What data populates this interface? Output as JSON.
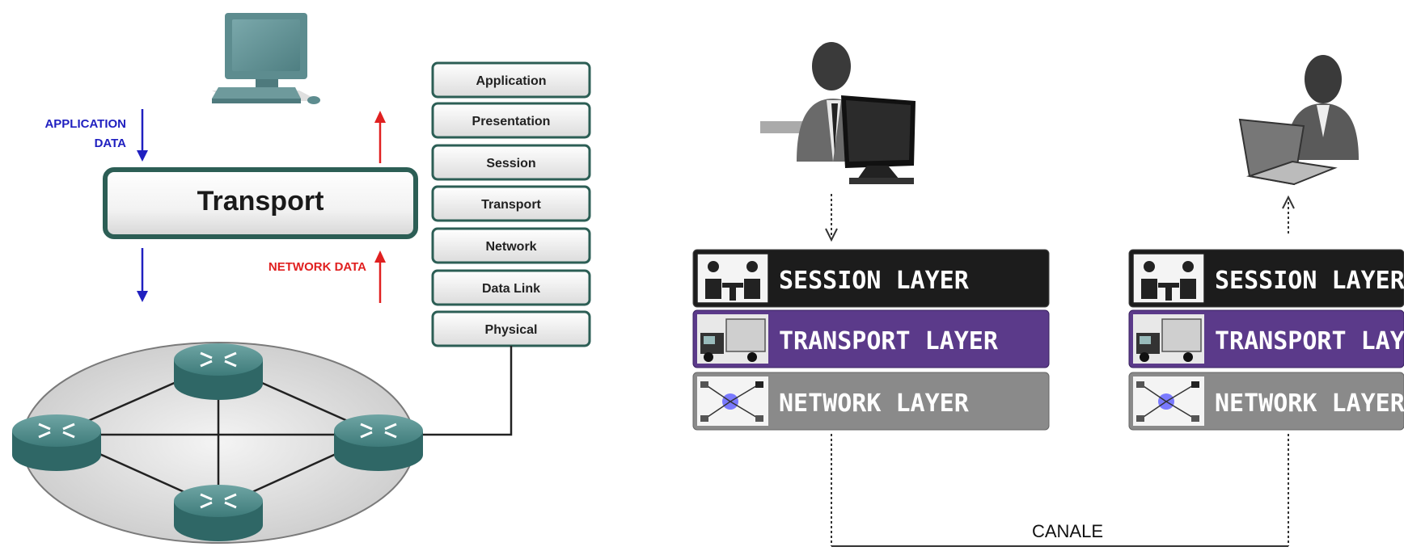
{
  "left_diagram": {
    "osi_layers": [
      "Application",
      "Presentation",
      "Session",
      "Transport",
      "Network",
      "Data Link",
      "Physical"
    ],
    "highlight_label": "Transport",
    "application_data": [
      "APPLICATION",
      "DATA"
    ],
    "network_data": "NETWORK DATA",
    "colors": {
      "blue_arrow": "#2020c0",
      "red_arrow": "#e02020",
      "router": "#3e7b7a",
      "box_border": "#2c5e55"
    }
  },
  "right_diagram": {
    "left_stack": [
      "SESSION LAYER",
      "TRANSPORT LAYER",
      "NETWORK LAYER"
    ],
    "right_stack": [
      "SESSION LAYER",
      "TRANSPORT LAYER",
      "NETWORK LAYER"
    ],
    "channel_label": "CANALE",
    "colors": {
      "session": "#1c1c1c",
      "transport": "#5b3a8a",
      "network": "#8a8a8a"
    }
  },
  "icons": [
    "desktop-computer-icon",
    "router-icon",
    "user-with-monitor-icon",
    "user-with-laptop-icon",
    "meeting-icon",
    "truck-icon",
    "network-hub-icon"
  ]
}
